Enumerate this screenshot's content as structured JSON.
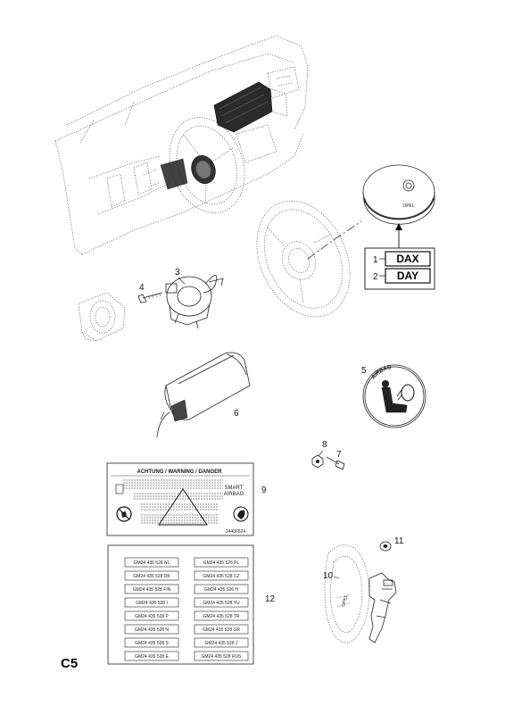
{
  "page_label": "C5",
  "callouts": {
    "n1": "1",
    "n2": "2",
    "n3": "3",
    "n4": "4",
    "n5": "5",
    "n6": "6",
    "n7": "7",
    "n8": "8",
    "n9": "9",
    "n10": "10",
    "n11": "11",
    "n12": "12"
  },
  "variant_codes": [
    "DAX",
    "DAY"
  ],
  "airbag_badge_text": "AIRBAG",
  "warning_label": {
    "title": "ACHTUNG / WARNING / DANGER",
    "side_text_1": "SMART",
    "side_text_2": "AIRBAG",
    "part_number": "24406524"
  },
  "module_label": "OPEL",
  "label_set": [
    "GM24 435 528 NL",
    "GM24 435 526 PL",
    "GM24 435 528 DK",
    "GM24 435 528 CZ",
    "GM24 435 528 FIN",
    "GM24 435 526 H",
    "GM24 435 528 I",
    "GM24 435 528 YU",
    "GM24 435 528 P",
    "GM24 435 528 TR",
    "GM24 435 528 N",
    "GM24 435 528 GR",
    "GM24 435 528 S",
    "GM24 435 528 J",
    "GM24 435 528 E",
    "GM24 435 528 RUS"
  ]
}
